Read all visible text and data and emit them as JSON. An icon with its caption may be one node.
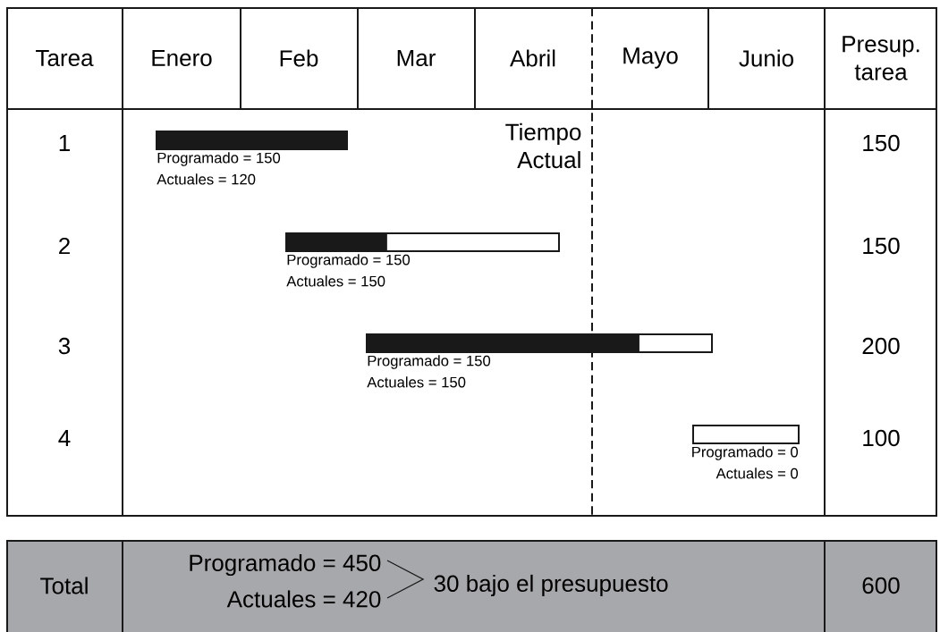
{
  "diagram": {
    "nodes": [
      {
        "text": [],
        "shape": "bar",
        "beside": [
          "Programado = 150",
          "Actuales = 120"
        ]
      },
      {
        "text": [],
        "shape": "bar",
        "beside": [
          "Programado = 150",
          "Actuales = 150"
        ]
      },
      {
        "text": [],
        "shape": "bar",
        "beside": [
          "Programado = 150",
          "Actuales = 150"
        ]
      },
      {
        "text": [],
        "shape": "bar",
        "beside": [
          "Programado = 0",
          "Actuales = 0"
        ]
      }
    ],
    "labels": [
      "Tarea",
      "Enero",
      "Feb",
      "Mar",
      "Abril",
      "Mayo",
      "Junio",
      "Presup. tarea",
      "1",
      "Tiempo Actual",
      "150",
      "2",
      "150",
      "3",
      "200",
      "4",
      "100",
      "Total",
      "Programado = 450",
      "Actuales = 420",
      "30 bajo el presupuesto",
      "600"
    ]
  }
}
